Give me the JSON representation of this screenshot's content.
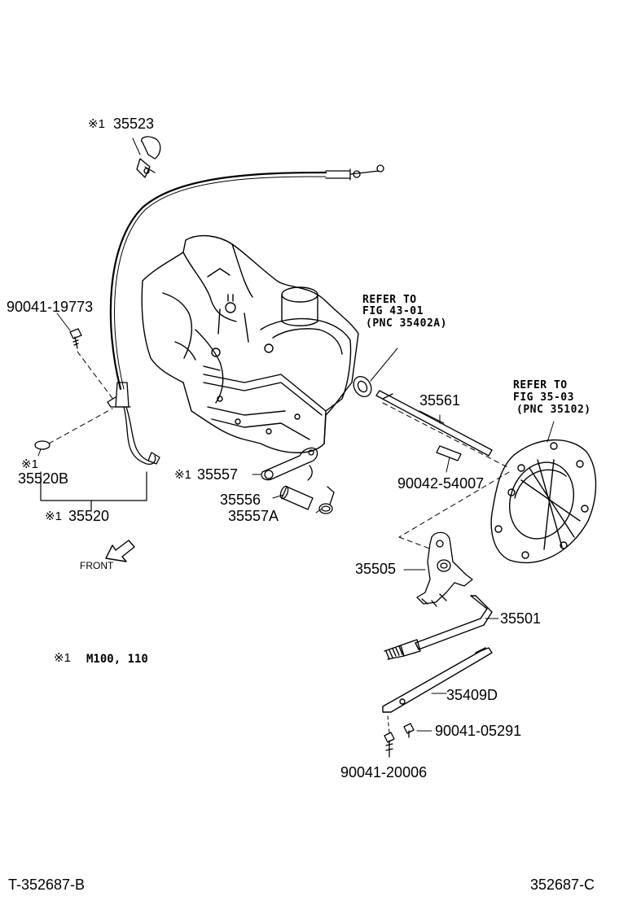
{
  "labels": {
    "p35523": {
      "mark": "※1",
      "pn": "35523"
    },
    "p9004119773": "90041-19773",
    "p35520b": {
      "mark": "※1",
      "pn": "35520B"
    },
    "p35520": {
      "mark": "※1",
      "pn": "35520"
    },
    "p35557": {
      "mark": "※1",
      "pn": "35557"
    },
    "p35556": "35556",
    "p35557a": "35557A",
    "p35561": "35561",
    "p9004254007": "90042-54007",
    "p35505": "35505",
    "p35501": "35501",
    "p35409d": "35409D",
    "p9004105291": "90041-05291",
    "p9004120006": "90041-20006",
    "front": "FRONT"
  },
  "refer1": [
    "REFER TO",
    "FIG 43-01",
    "(PNC 35402A)"
  ],
  "refer2": [
    "REFER TO",
    "FIG 35-03",
    "(PNC 35102)"
  ],
  "footnote": {
    "mark": "※1",
    "text": "M100, 110"
  },
  "footer": {
    "left": "T-352687-B",
    "right": "352687-C"
  }
}
